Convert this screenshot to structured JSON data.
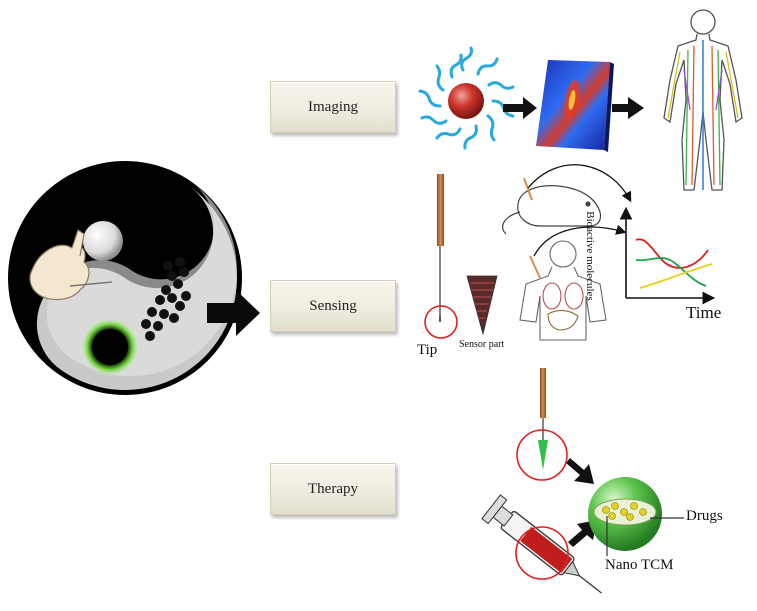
{
  "labels": {
    "imaging": "Imaging",
    "sensing": "Sensing",
    "therapy": "Therapy"
  },
  "sensing_panel": {
    "tip": "Tip",
    "sensor_part": "Sensor part",
    "y_axis": "Bioactive molecules",
    "x_axis": "Time"
  },
  "therapy_panel": {
    "drugs": "Drugs",
    "nano_tcm": "Nano TCM"
  },
  "colors": {
    "nanoparticle_core": "#c0392b",
    "ligand_shell": "#29a9e0",
    "nanosphere": "#3fb84a",
    "curve_red": "#e02020",
    "curve_green": "#1aa54a",
    "curve_yellow": "#e6d21a",
    "tip_circle": "#e02020"
  },
  "icons": [
    "yin-yang-icon",
    "hand-holding-needle-icon",
    "nanoparticle-icon",
    "heatmap-image-icon",
    "meridian-body-icon",
    "acupuncture-needle-icon",
    "sensor-cone-icon",
    "mouse-icon",
    "human-organs-icon",
    "syringe-icon",
    "nanosphere-icon"
  ]
}
